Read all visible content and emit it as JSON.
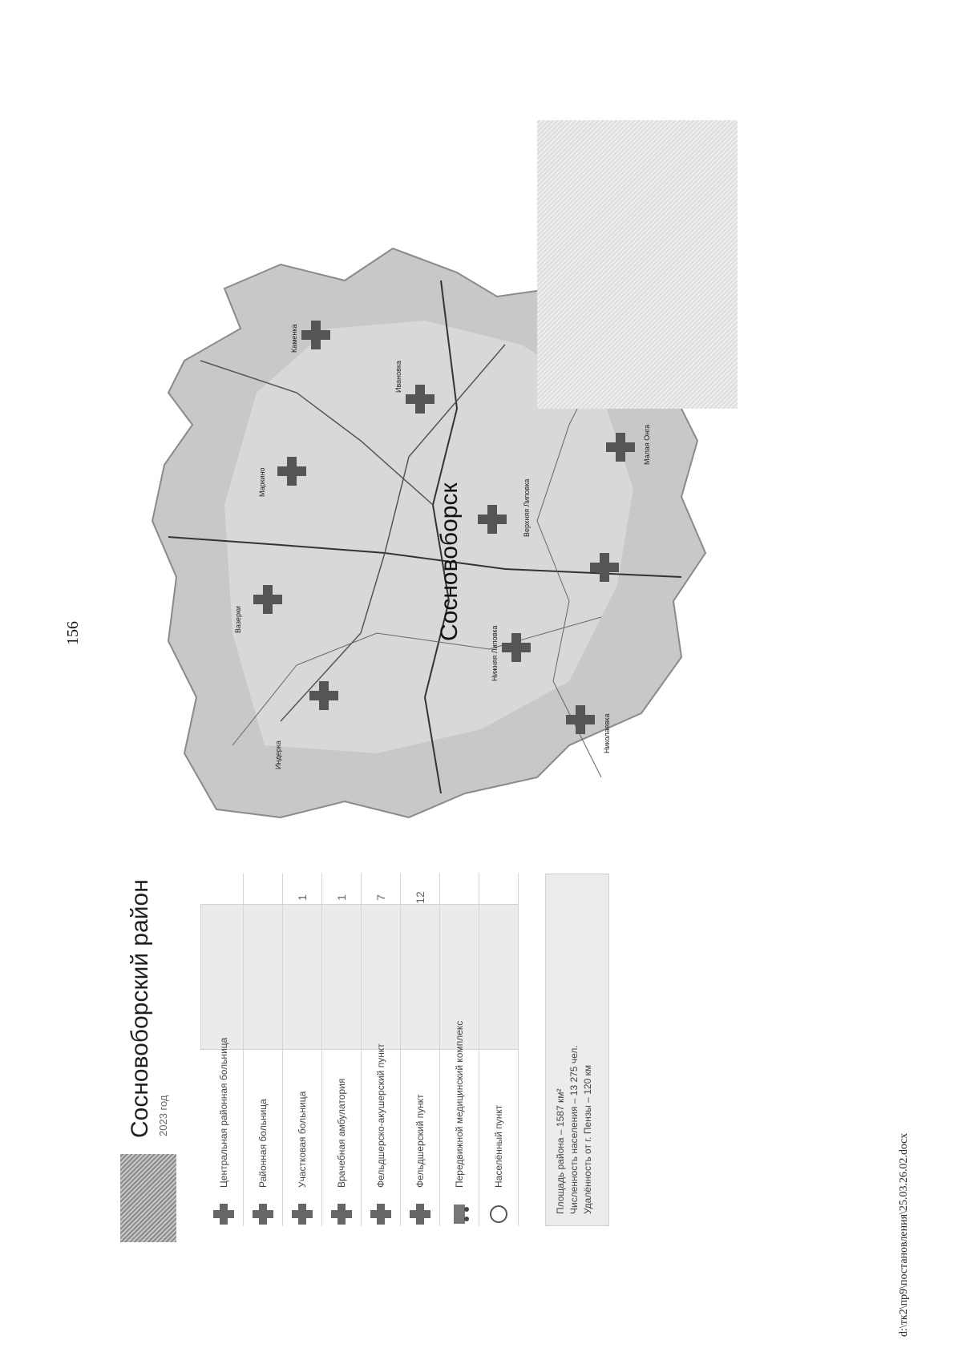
{
  "page_number": "156",
  "footer_path": "d:\\тк2\\пр9\\постановления\\25.03.26.02.docx",
  "header": {
    "title": "Сосновоборский район",
    "subtitle": "2023 год"
  },
  "legend": [
    {
      "icon": "hospital-cross-icon",
      "label": "Центральная районная больница",
      "count": ""
    },
    {
      "icon": "hospital-cross-icon",
      "label": "Районная больница",
      "count": ""
    },
    {
      "icon": "hospital-cross-icon",
      "label": "Участковая больница",
      "count": "1"
    },
    {
      "icon": "hospital-cross-icon",
      "label": "Врачебная амбулатория",
      "count": "1"
    },
    {
      "icon": "hospital-cross-icon",
      "label": "Фельдшерско-акушерский пункт",
      "count": "7"
    },
    {
      "icon": "hospital-cross-icon",
      "label": "Фельдшерский пункт",
      "count": "12"
    },
    {
      "icon": "mobile-unit-icon",
      "label": "Передвижной медицинский комплекс",
      "count": ""
    },
    {
      "icon": "circle-icon",
      "label": "Населённый пункт",
      "count": ""
    }
  ],
  "info": {
    "area": "Площадь района – 1587 км²",
    "population": "Численность населения – 13 275 чел.",
    "distance": "Удалённость от г. Пензы – 120 км"
  },
  "map": {
    "city_name": "Сосновоборск",
    "settlements": [
      "Индерка",
      "Вазерки",
      "Маркино",
      "Нижняя Липовка",
      "Верхняя Липовка",
      "Ивановка",
      "Николаевка",
      "Каменка",
      "Малая Онга"
    ],
    "colors": {
      "region": "#c4c4c4",
      "land": "#dcdcdc",
      "facility": "#555555",
      "road": "#333333"
    }
  }
}
